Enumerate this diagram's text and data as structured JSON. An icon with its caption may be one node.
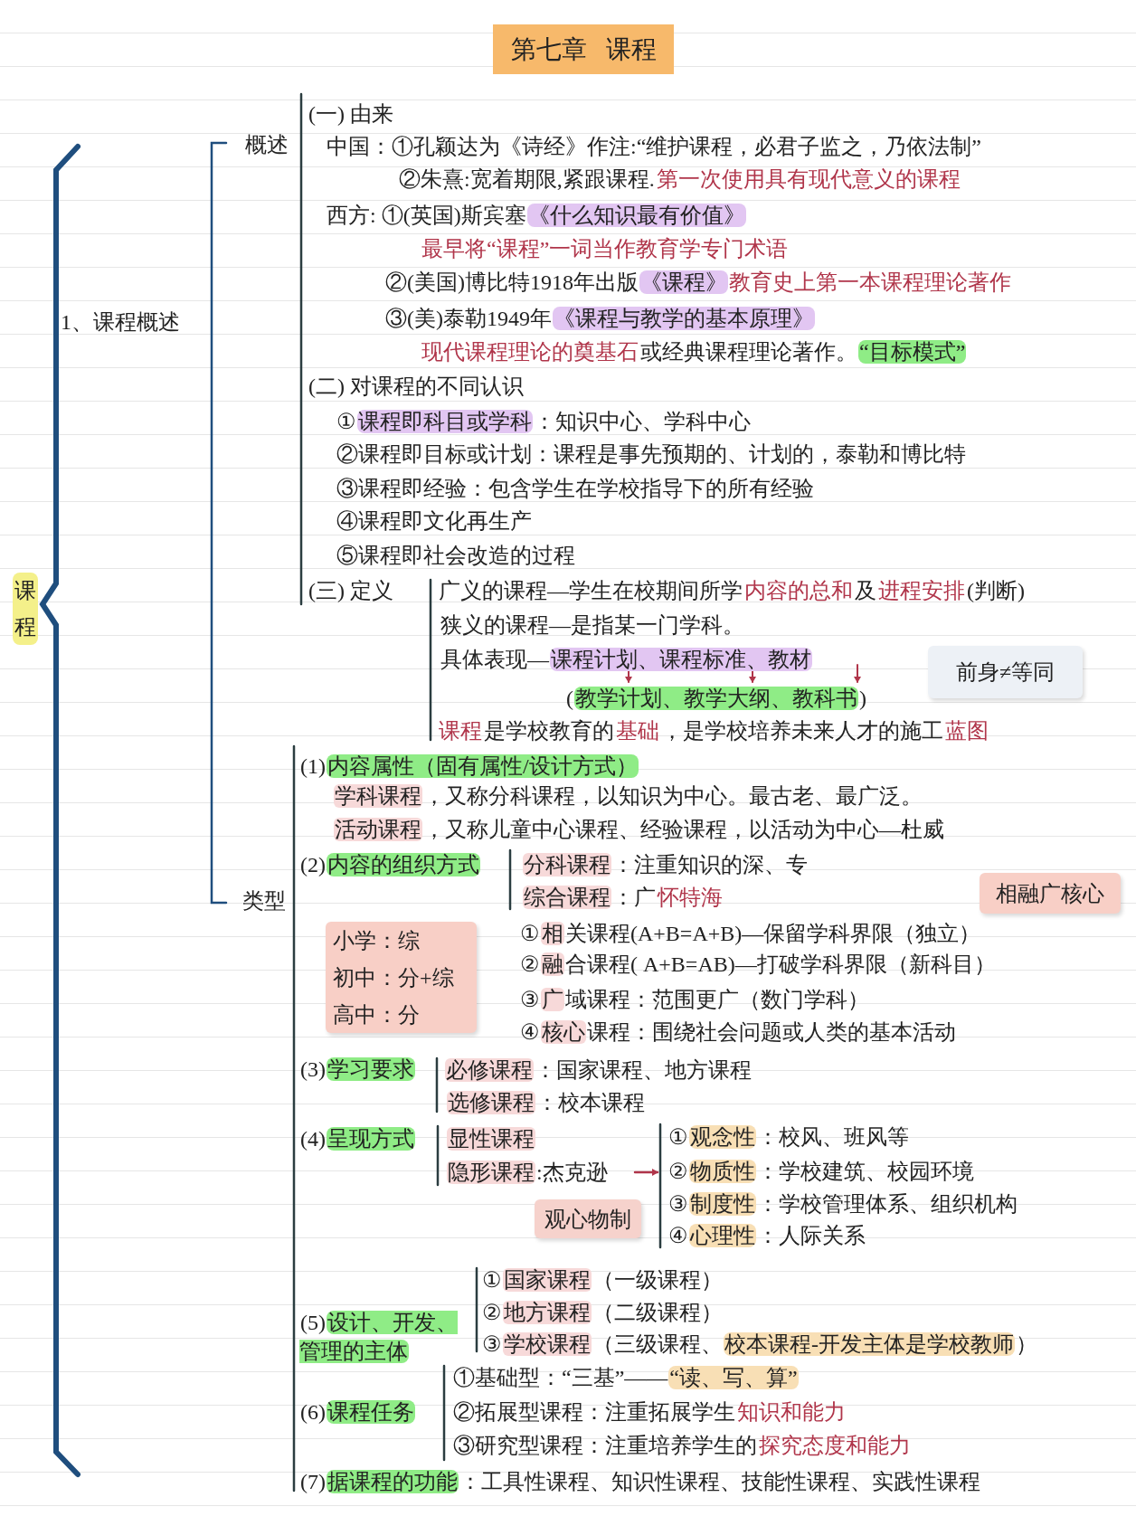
{
  "diagram": {
    "title": "第七章 课程",
    "nodes": [
      {
        "text": [
          "前身≠等同"
        ]
      },
      {
        "text": [
          "相融广核心"
        ]
      },
      {
        "text": [
          "小学：综",
          "初中：分+综",
          "高中：分"
        ]
      },
      {
        "text": [
          "观心物制"
        ]
      }
    ],
    "labels": [
      "课程",
      "1、课程概述",
      "概述",
      "(一) 由来",
      "中国：①孔颖达为《诗经》作注:“维护课程，必君子监之，乃依法制”",
      "②朱熹:宽着期限,紧跟课程.",
      "第一次使用具有现代意义的课程",
      "西方: ①(英国)斯宾塞",
      "《什么知识最有价值》",
      "最早将“课程”一词当作教育学专门术语",
      "②(美国)博比特1918年出版",
      "《课程》",
      "教育史上第一本课程理论著作",
      "③(美)泰勒1949年",
      "《课程与教学的基本原理》",
      "现代课程理论的奠基石",
      "或经典课程理论著作。",
      "“目标模式”",
      "(二) 对课程的不同认识",
      "①",
      "课程即科目或学科",
      "：知识中心、学科中心",
      "②课程即目标或计划：课程是事先预期的、计划的，泰勒和博比特",
      "③课程即经验：包含学生在学校指导下的所有经验",
      "④课程即文化再生产",
      "⑤课程即社会改造的过程",
      "(三) 定义",
      "广义的课程—学生在校期间所学",
      "内容的总和",
      "及",
      "进程安排",
      "(判断)",
      "狭义的课程—是指某一门学科。",
      "具体表现—",
      "课程计划、课程标准、教材",
      "(",
      "教学计划、教学大纲、教科书",
      ")",
      "课程",
      "是学校教育的",
      "基础",
      "，是学校培养未来人才的施工",
      "蓝图",
      "类型",
      "(1)",
      "内容属性（固有属性/设计方式）",
      "学科课程",
      "，又称分科课程，以知识为中心。最古老、最广泛。",
      "活动课程",
      "，又称儿童中心课程、经验课程，以活动为中心—杜威",
      "(2)",
      "内容的组织方式",
      "分科课程",
      "：注重知识的深、专",
      "综合课程",
      "：广",
      "怀特海",
      "①",
      "相",
      "关课程(A+B=A+B)—保留学科界限（独立）",
      "②",
      "融",
      "合课程( A+B=AB)—打破学科界限（新科目）",
      "③",
      "广",
      "域课程：范围更广（数门学科）",
      "④",
      "核心",
      "课程：围绕社会问题或人类的基本活动",
      "(3)",
      "学习要求",
      "必修课程",
      "：国家课程、地方课程",
      "选修课程",
      "：校本课程",
      "(4)",
      "呈现方式",
      "显性课程",
      "隐形课程",
      ":杰克逊",
      "①",
      "观念性",
      "：校风、班风等",
      "②",
      "物质性",
      "：学校建筑、校园环境",
      "③",
      "制度性",
      "：学校管理体系、组织机构",
      "④",
      "心理性",
      "：人际关系",
      "(5)",
      "设计、开发、管理的主体",
      "①",
      "国家课程",
      "（一级课程）",
      "②",
      "地方课程",
      "（二级课程）",
      "③",
      "学校课程",
      "（三级课程、",
      "校本课程-开发主体是学校教师",
      "）",
      "(6)",
      "课程任务",
      "①基础型：“三基”——",
      "“读、写、算”",
      "②拓展型课程：注重拓展学生",
      "知识和能力",
      "③研究型课程：注重培养学生的",
      "探究态度和能力",
      "(7)",
      "据课程的功能",
      "：工具性课程、知识性课程、技能性课程、实践性课程"
    ]
  }
}
